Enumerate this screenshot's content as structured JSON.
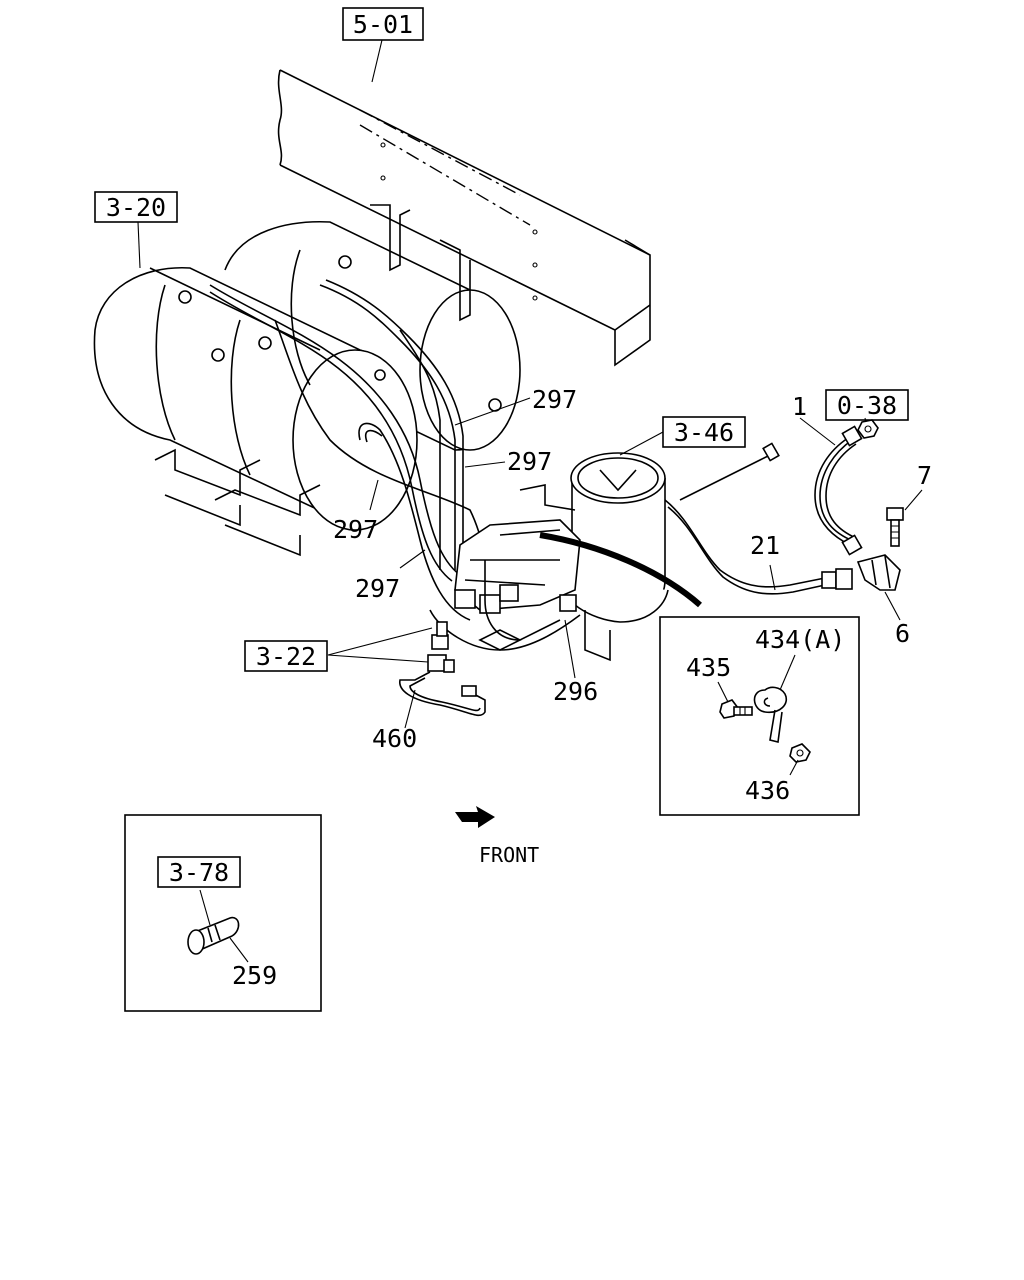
{
  "refs": {
    "r501": "5-01",
    "r320": "3-20",
    "r038": "0-38",
    "r346": "3-46",
    "r322": "3-22",
    "r378": "3-78"
  },
  "parts": {
    "p297a": "297",
    "p297b": "297",
    "p297c": "297",
    "p297d": "297",
    "p1": "1",
    "p7": "7",
    "p6": "6",
    "p21": "21",
    "p296": "296",
    "p460": "460",
    "p434": "434(A)",
    "p435": "435",
    "p436": "436",
    "p259": "259"
  },
  "front_label": "FRONT"
}
